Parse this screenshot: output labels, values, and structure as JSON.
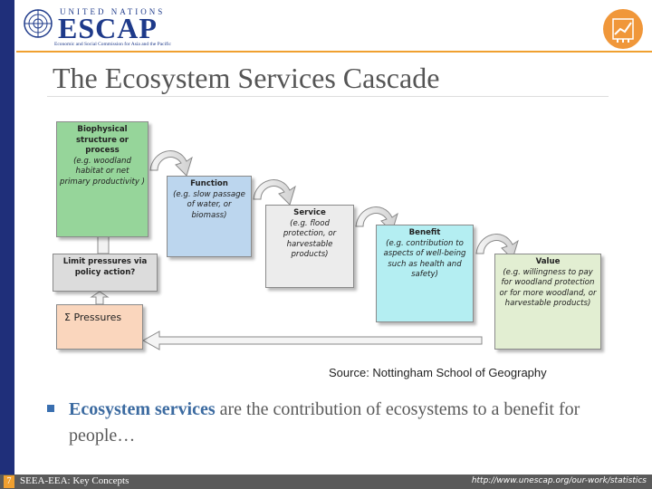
{
  "header": {
    "org_top": "UNITED NATIONS",
    "org_name": "ESCAP",
    "org_sub": "Economic and Social Commission for Asia and the Pacific"
  },
  "title": "The Ecosystem Services Cascade",
  "diagram": {
    "biophysical": {
      "head": "Biophysical structure or process",
      "body": "(e.g. woodland habitat or net primary productivity )"
    },
    "function": {
      "head": "Function",
      "body": "(e.g. slow passage of water, or biomass)"
    },
    "service": {
      "head": "Service",
      "body": "(e.g. flood protection, or harvestable products)"
    },
    "benefit": {
      "head": "Benefit",
      "body": "(e.g. contribution to aspects of well-being such as health and safety)"
    },
    "value": {
      "head": "Value",
      "body": "(e.g. willingness to pay for woodland protection or for more woodland, or harvestable products)"
    },
    "limit": "Limit pressures via policy action?",
    "pressures": "Σ Pressures"
  },
  "source": "Source: Nottingham School of Geography",
  "bullet": {
    "emphasis": "Ecosystem services",
    "rest": " are the contribution of ecosystems to a benefit for people…"
  },
  "footer": {
    "page": "7",
    "left": "SEEA-EEA: Key Concepts",
    "right": "http://www.unescap.org/our-work/statistics"
  },
  "colors": {
    "accent": "#f0a030",
    "strip": "#1f2f7a",
    "brand": "#1e3a8a"
  }
}
